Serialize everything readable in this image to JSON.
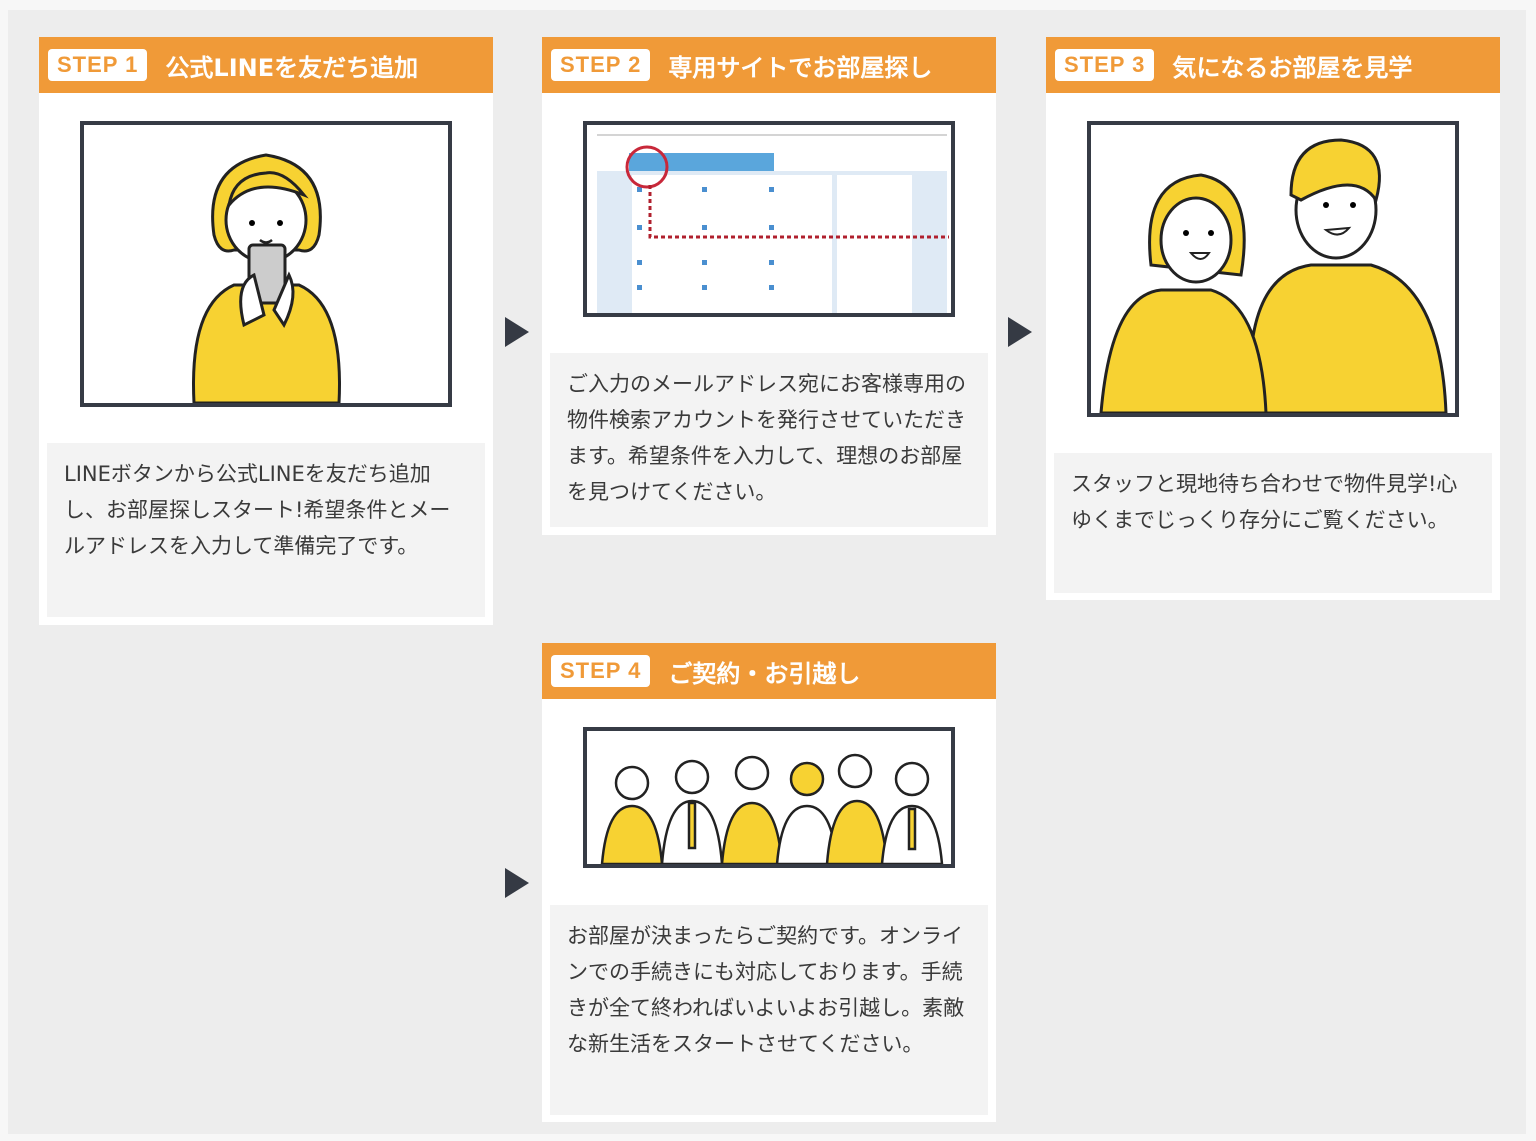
{
  "steps": [
    {
      "badge": "STEP 1",
      "title": "公式LINEを友だち追加",
      "text": "LINEボタンから公式LINEを友だち追加し、お部屋探しスタート!希望条件とメールアドレスを入力して準備完了です。",
      "illustration": "woman-with-smartphone"
    },
    {
      "badge": "STEP 2",
      "title": "専用サイトでお部屋探し",
      "text": "ご入力のメールアドレス宛にお客様専用の物件検索アカウントを発行させていただきます。希望条件を入力して、理想のお部屋を見つけてください。",
      "illustration": "property-search-site-screenshot"
    },
    {
      "badge": "STEP 3",
      "title": "気になるお部屋を見学",
      "text": "スタッフと現地待ち合わせで物件見学!心ゆくまでじっくり存分にご覧ください。",
      "illustration": "couple-viewing"
    },
    {
      "badge": "STEP 4",
      "title": "ご契約・お引越し",
      "text": "お部屋が決まったらご契約です。オンラインでの手続きにも対応しております。手続きが全て終わればいよいよお引越し。素敵な新生活をスタートさせてください。",
      "illustration": "cheering-group"
    }
  ],
  "colors": {
    "accent": "#f09a38",
    "figure": "#f7d232",
    "frame": "#363b45"
  }
}
